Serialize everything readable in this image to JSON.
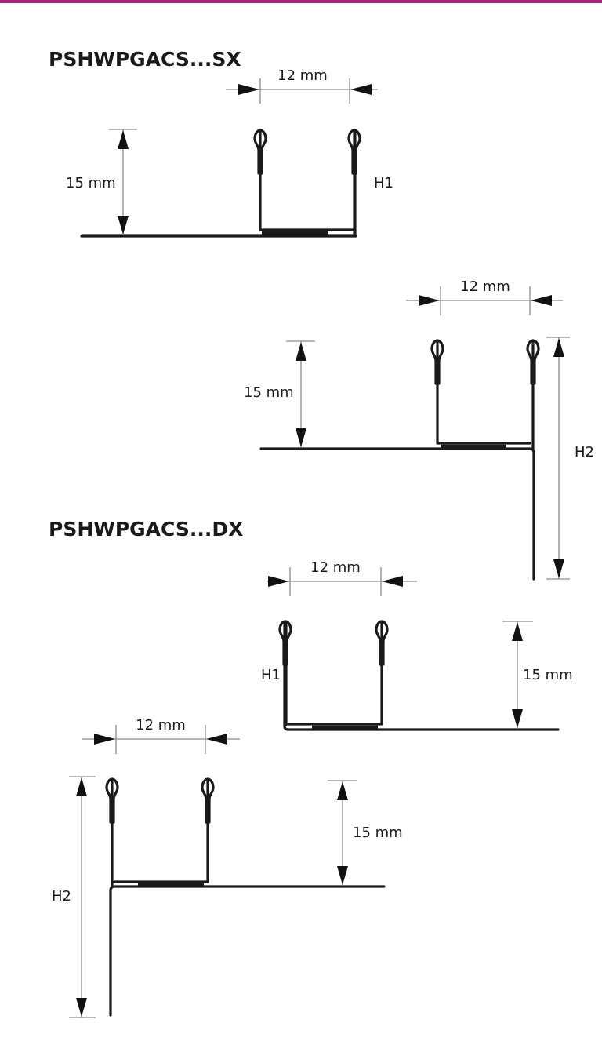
{
  "colors": {
    "accent_rule": "#a0287a",
    "line": "#1a1a1a",
    "dimension": "#8a8a8a"
  },
  "headings": {
    "sx": "PSHWPGACS...SX",
    "dx": "PSHWPGACS...DX"
  },
  "sx_h1": {
    "width": "12 mm",
    "height": "15 mm",
    "h_label": "H1"
  },
  "sx_h2": {
    "width": "12 mm",
    "height": "15 mm",
    "h_label": "H2"
  },
  "dx_h1": {
    "width": "12 mm",
    "height": "15 mm",
    "h_label": "H1"
  },
  "dx_h2": {
    "width": "12 mm",
    "height": "15 mm",
    "h_label": "H2"
  }
}
